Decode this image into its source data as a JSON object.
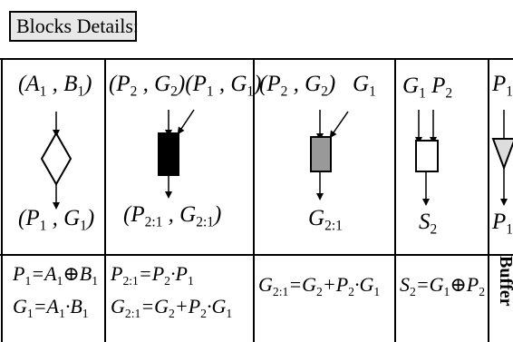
{
  "title": "Blocks Details:",
  "columns": [
    {
      "top_inputs": "(A_1 , B_1)",
      "bottom_output": "(P_1 , G_1)",
      "eqs": [
        "P_1 = A_1 ⊕ B_1",
        "G_1 = A_1 · B_1"
      ],
      "block_shape": "diamond"
    },
    {
      "top_inputs": "(P_2 , G_2)(P_1 , G_1)",
      "bottom_output": "(P_2:1 , G_2:1)",
      "eqs": [
        "P_2:1 = P_2 · P_1",
        "G_2:1 = G_2 + P_2 · G_1"
      ],
      "block_shape": "black-square"
    },
    {
      "top_inputs": "(P_2 , G_2)   G_1",
      "bottom_output": "G_2:1",
      "eqs": [
        "G_2:1 = G_2 + P_2 · G_1"
      ],
      "block_shape": "gray-square"
    },
    {
      "top_inputs": "G_1  P_2",
      "bottom_output": "S_2",
      "eqs": [
        "S_2 = G_1 ⊕ P_2"
      ],
      "block_shape": "white-square"
    },
    {
      "top_inputs": "P_1",
      "bottom_output": "P_1",
      "vertical_label": "Buffer",
      "block_shape": "triangle"
    }
  ],
  "colors": {
    "gray_fill": "#999999",
    "black_fill": "#000000",
    "title_bg": "#e8e8e8"
  }
}
